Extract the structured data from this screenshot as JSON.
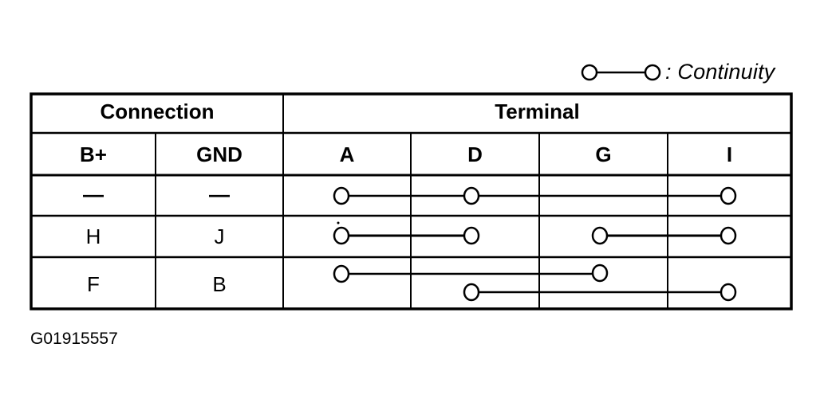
{
  "legend": {
    "symbol": "circle-line-circle",
    "label": ": Continuity"
  },
  "table": {
    "group_headers": [
      {
        "label": "Connection",
        "span": [
          "B+",
          "GND"
        ]
      },
      {
        "label": "Terminal",
        "span": [
          "A",
          "D",
          "G",
          "I"
        ]
      }
    ],
    "column_headers": [
      "B+",
      "GND",
      "A",
      "D",
      "G",
      "I"
    ],
    "rows": [
      {
        "bplus": "—",
        "gnd": "—",
        "continuity": [
          [
            "A",
            "D",
            "I"
          ]
        ]
      },
      {
        "bplus": "H",
        "gnd": "J",
        "continuity": [
          [
            "A",
            "D"
          ],
          [
            "G",
            "I"
          ]
        ]
      },
      {
        "bplus": "F",
        "gnd": "B",
        "continuity": [
          [
            "A",
            "G"
          ],
          [
            "D",
            "I"
          ]
        ]
      }
    ]
  },
  "figure_code": "G01915557"
}
